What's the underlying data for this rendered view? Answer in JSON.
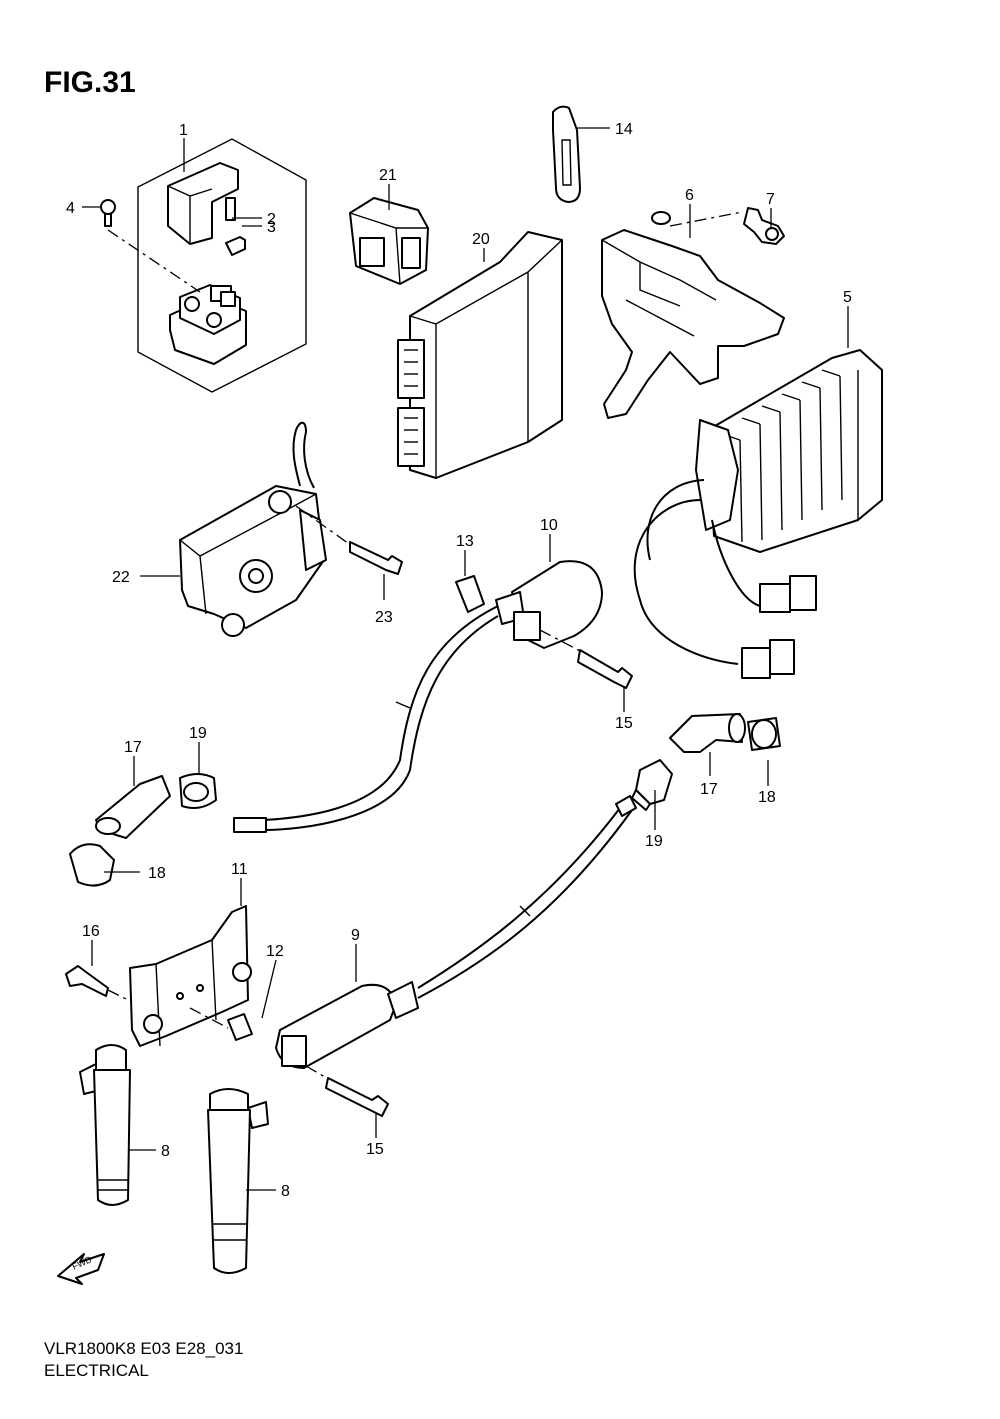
{
  "figure_title": "FIG.31",
  "model_code": "VLR1800K8 E03 E28_031",
  "section_name": "ELECTRICAL",
  "fwd_label": "FWD",
  "callouts": {
    "c1": "1",
    "c2": "2",
    "c3": "3",
    "c4": "4",
    "c5": "5",
    "c6": "6",
    "c7": "7",
    "c8a": "8",
    "c8b": "8",
    "c9": "9",
    "c10": "10",
    "c11": "11",
    "c12": "12",
    "c13": "13",
    "c14": "14",
    "c15a": "15",
    "c15b": "15",
    "c16": "16",
    "c17a": "17",
    "c17b": "17",
    "c18a": "18",
    "c18b": "18",
    "c19a": "19",
    "c19b": "19",
    "c20": "20",
    "c21": "21",
    "c22": "22",
    "c23": "23"
  }
}
